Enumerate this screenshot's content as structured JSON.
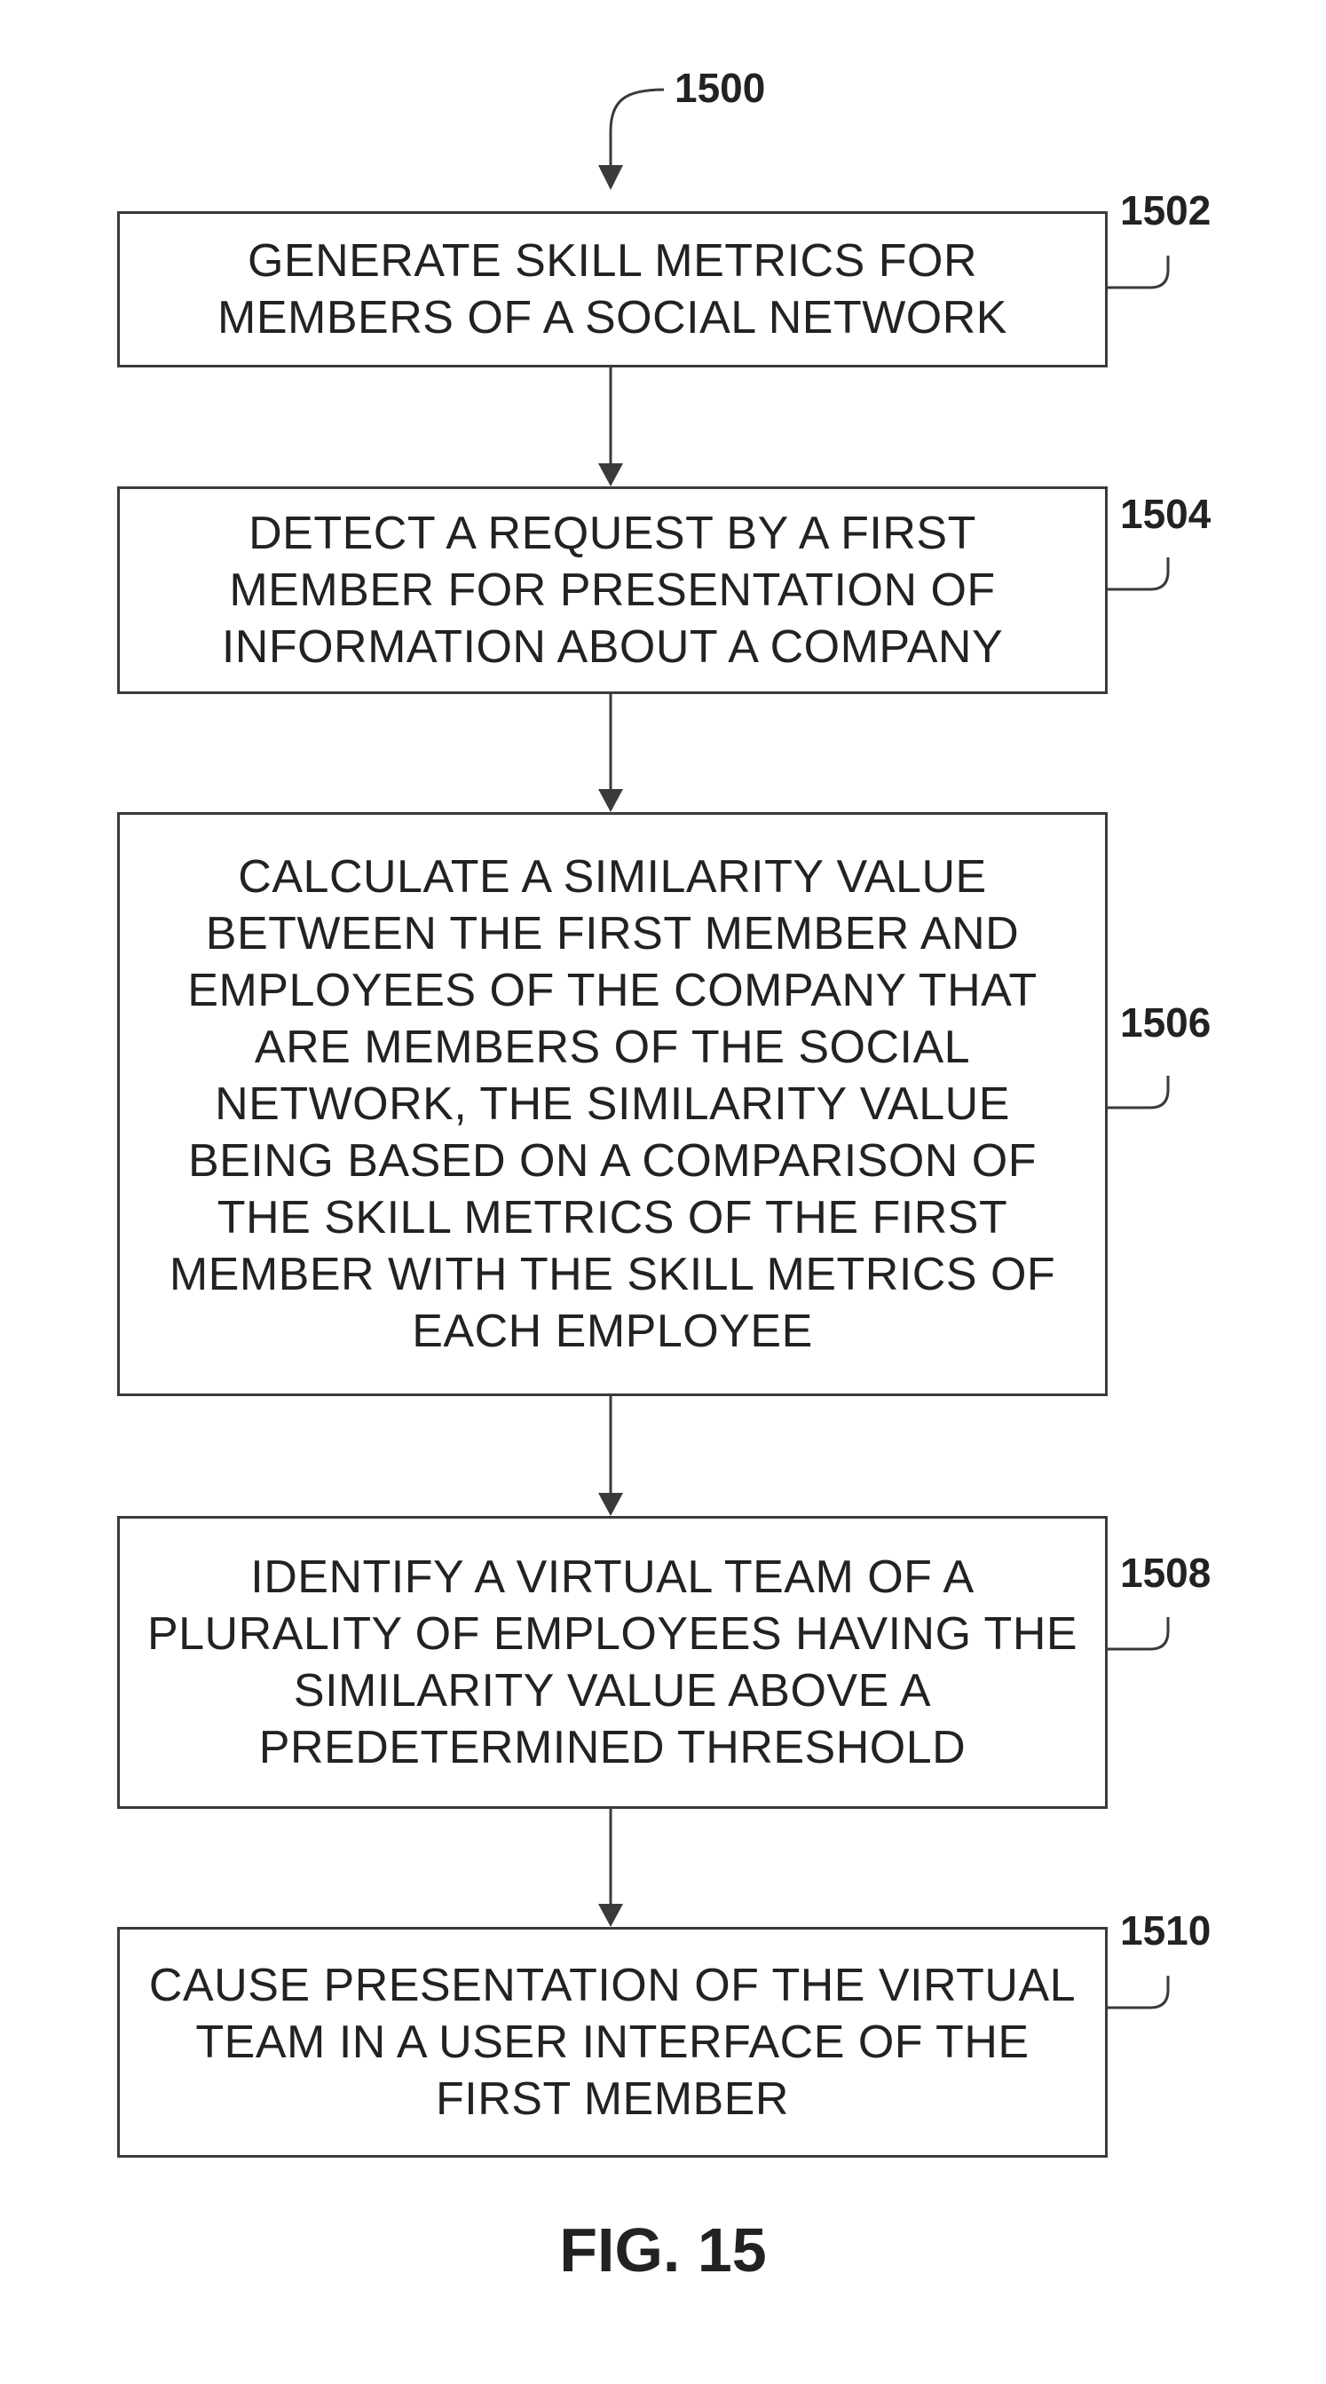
{
  "figure": {
    "number_label": "1500",
    "caption": "FIG. 15"
  },
  "steps": [
    {
      "ref": "1502",
      "lines": [
        "GENERATE SKILL METRICS FOR",
        "MEMBERS OF A SOCIAL NETWORK"
      ]
    },
    {
      "ref": "1504",
      "lines": [
        "DETECT A REQUEST BY A FIRST",
        "MEMBER FOR PRESENTATION OF",
        "INFORMATION ABOUT A COMPANY"
      ]
    },
    {
      "ref": "1506",
      "lines": [
        "CALCULATE A SIMILARITY VALUE",
        "BETWEEN THE FIRST MEMBER AND",
        "EMPLOYEES OF THE COMPANY THAT",
        "ARE MEMBERS OF THE SOCIAL",
        "NETWORK, THE SIMILARITY VALUE",
        "BEING BASED ON A COMPARISON OF",
        "THE SKILL METRICS OF THE FIRST",
        "MEMBER WITH THE SKILL METRICS OF",
        "EACH EMPLOYEE"
      ]
    },
    {
      "ref": "1508",
      "lines": [
        "IDENTIFY A VIRTUAL TEAM OF A",
        "PLURALITY OF EMPLOYEES HAVING THE",
        "SIMILARITY VALUE ABOVE A",
        "PREDETERMINED THRESHOLD"
      ]
    },
    {
      "ref": "1510",
      "lines": [
        "CAUSE PRESENTATION OF THE VIRTUAL",
        "TEAM IN A USER INTERFACE OF THE",
        "FIRST MEMBER"
      ]
    }
  ]
}
